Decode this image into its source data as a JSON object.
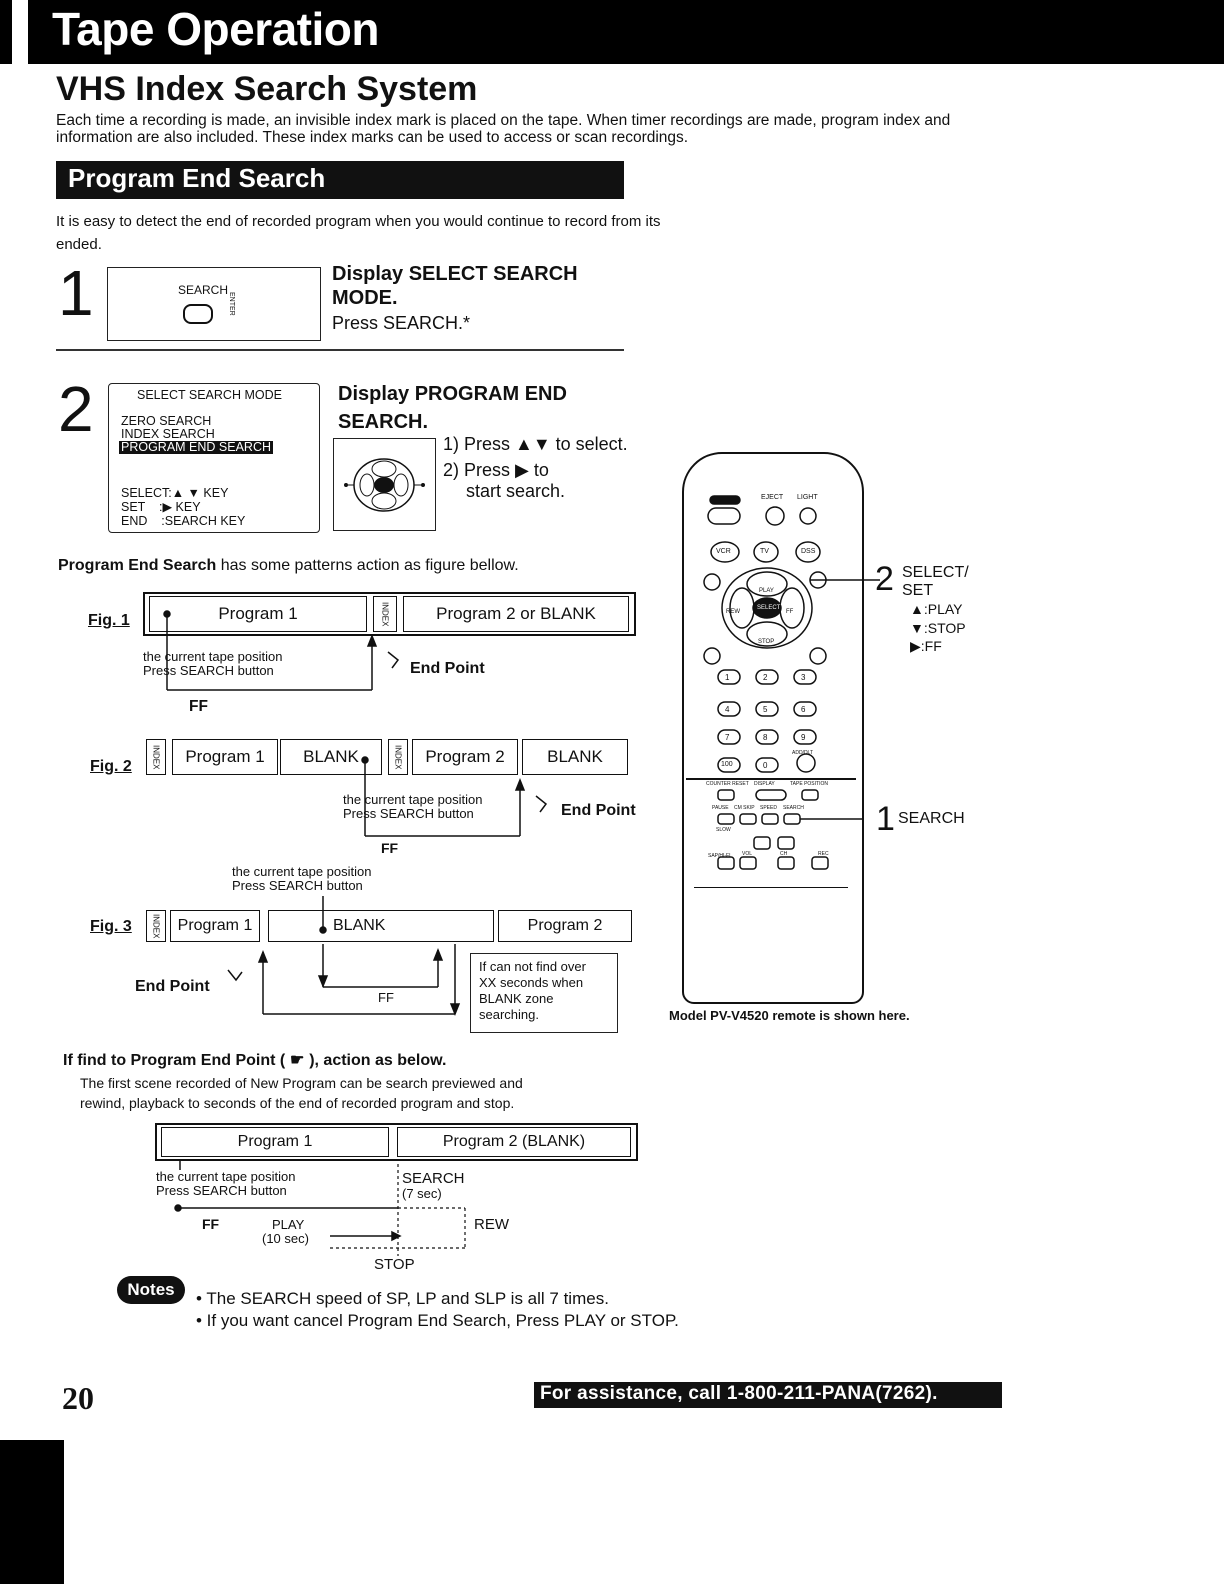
{
  "header": {
    "title": "Tape Operation"
  },
  "section": {
    "title": "VHS Index Search System",
    "intro": "Each time a recording is made, an invisible index mark is placed on the tape. When timer recordings are made, program index and information are also included. These index marks can be used to access or scan recordings."
  },
  "subsection": {
    "title": "Program End Search",
    "text": "It is easy to detect the end of recorded program when you would continue to record from its ended."
  },
  "step1": {
    "num": "1",
    "button_label": "SEARCH",
    "enter_label": "ENTER",
    "heading": "Display SELECT SEARCH MODE.",
    "body": "Press SEARCH.*"
  },
  "step2": {
    "num": "2",
    "heading": "Display PROGRAM END SEARCH.",
    "osd": {
      "title": "SELECT SEARCH MODE",
      "items": [
        "ZERO SEARCH",
        "INDEX SEARCH",
        "PROGRAM END SEARCH"
      ],
      "select": "SELECT:▲ ▼ KEY",
      "set": "SET    :▶ KEY",
      "end": "END    :SEARCH KEY"
    },
    "instr1": "1) Press ▲▼ to select.",
    "instr2a": "2) Press ▶ to",
    "instr2b": "start search."
  },
  "patterns": {
    "bold": "Program End Search",
    "rest": " has some patterns action as figure bellow."
  },
  "fig1": {
    "label": "Fig. 1",
    "seg1": "Program 1",
    "index": "INDEX",
    "seg2": "Program 2 or BLANK",
    "pos1": "the current tape position",
    "pos2": "Press SEARCH button",
    "end": "End Point",
    "ff": "FF"
  },
  "fig2": {
    "label": "Fig. 2",
    "index": "INDEX",
    "seg1": "Program 1",
    "seg2": "BLANK",
    "seg3": "Program  2",
    "seg4": "BLANK",
    "pos1": "the current tape position",
    "pos2": "Press SEARCH button",
    "end": "End Point",
    "ff": "FF"
  },
  "fig3": {
    "label": "Fig. 3",
    "index": "INDEX",
    "seg1": "Program 1",
    "seg2": "BLANK",
    "seg3": "Program  2",
    "pos1": "the current tape position",
    "pos2": "Press SEARCH button",
    "end": "End Point",
    "ff": "FF",
    "note": [
      "If can not find over",
      "XX seconds when",
      "BLANK zone",
      "searching."
    ]
  },
  "find": {
    "heading_a": "If find to Program End Point (",
    "heading_b": "), action as below.",
    "text1": "The first scene  recorded of New Program can be search previewed  and",
    "text2": "rewind, playback to seconds of the end of recorded  program and stop.",
    "seg1": "Program 1",
    "seg2": "Program 2 (BLANK)",
    "pos1": "the current tape position",
    "pos2": "Press SEARCH button",
    "search1": "SEARCH",
    "search2": "(7 sec)",
    "ff": "FF",
    "play1": "PLAY",
    "play2": "(10 sec)",
    "rew": "REW",
    "stop": "STOP"
  },
  "notes": {
    "label": "Notes",
    "items": [
      "• The SEARCH speed of SP, LP and SLP is all 7 times.",
      "• If you want cancel Program End Search, Press PLAY or STOP."
    ]
  },
  "remote": {
    "callout2_num": "2",
    "callout2_label1": "SELECT/",
    "callout2_label2": "SET",
    "callout2_play": "▲:PLAY",
    "callout2_stop": "▼:STOP",
    "callout2_ff": "▶:FF",
    "callout1_num": "1",
    "callout1_label": "SEARCH",
    "caption": "Model PV-V4520 remote is shown here.",
    "btn_eject": "EJECT",
    "btn_light": "LIGHT",
    "btn_vcr": "VCR",
    "btn_tv": "TV",
    "btn_dss": "DSS",
    "btn_play": "PLAY",
    "btn_stop": "STOP",
    "btn_select": "SELECT",
    "btn_rew": "REW",
    "btn_ff": "FF",
    "digits": [
      "1",
      "2",
      "3",
      "4",
      "5",
      "6",
      "7",
      "8",
      "9",
      "100",
      "0"
    ],
    "btn_add": "ADD/DLT",
    "row_counter": "COUNTER RESET",
    "row_display": "DISPLAY",
    "row_tape": "TAPE POSITION",
    "row_pause": "PAUSE",
    "row_cmskip": "CM SKIP",
    "row_speed": "SPEED",
    "row_search": "SEARCH",
    "row_slow": "SLOW",
    "row_sap": "SAP/HI-FI",
    "row_vol": "VOL",
    "row_ch": "CH",
    "row_rec": "REC"
  },
  "footer": {
    "page": "20",
    "assist": "For assistance, call 1-800-211-PANA(7262)."
  }
}
